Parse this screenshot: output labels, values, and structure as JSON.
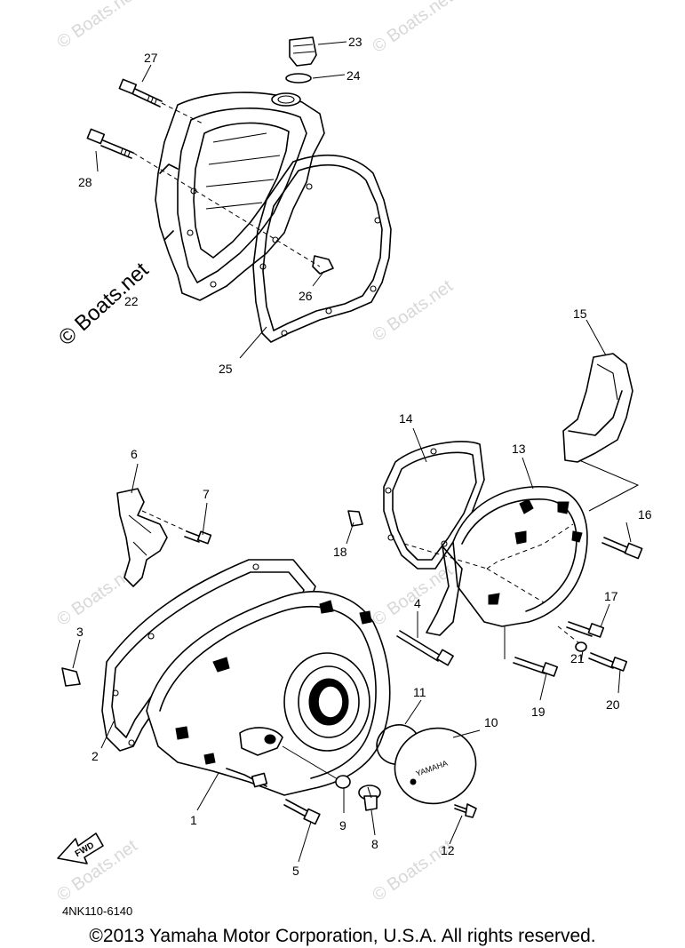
{
  "callouts": {
    "n1": "1",
    "n2": "2",
    "n3": "3",
    "n4": "4",
    "n5": "5",
    "n6": "6",
    "n7": "7",
    "n8": "8",
    "n9": "9",
    "n10": "10",
    "n11": "11",
    "n12": "12",
    "n13": "13",
    "n14": "14",
    "n15": "15",
    "n16": "16",
    "n17": "17",
    "n18": "18",
    "n19": "19",
    "n20": "20",
    "n21": "21",
    "n22": "22",
    "n23": "23",
    "n24": "24",
    "n25": "25",
    "n26": "26",
    "n27": "27",
    "n28": "28"
  },
  "watermark": {
    "text": "© Boats.net",
    "side_text": "© Boats.net"
  },
  "fwd_label": "FWD",
  "cover_logo": "YAMAHA",
  "diagram_code": "4NK110-6140",
  "copyright": "©2013 Yamaha Motor Corporation, U.S.A. All rights reserved."
}
